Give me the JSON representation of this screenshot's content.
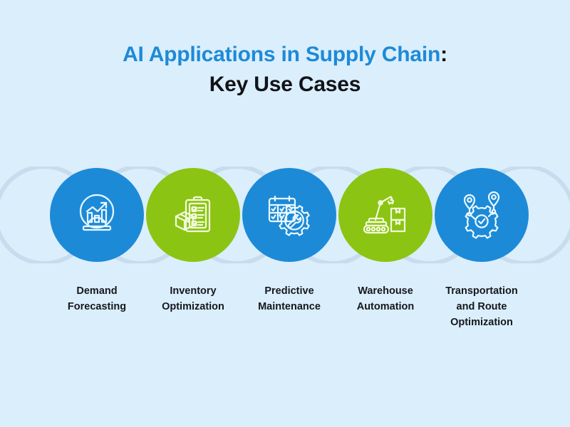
{
  "page": {
    "background_color": "#dbeefc",
    "type": "infographic"
  },
  "title": {
    "line1_accent": "AI Applications in Supply Chain",
    "line1_suffix": ":",
    "line2": "Key Use Cases",
    "accent_color": "#1d8ad8",
    "text_color": "#111318"
  },
  "colors": {
    "blue": "#1d8ad8",
    "green": "#8cc413",
    "ring": "#c7dced",
    "background": "#dbeefc",
    "icon_stroke": "#ffffff",
    "label_text": "#15181d"
  },
  "nodes": [
    {
      "index": 1,
      "label_line1": "Demand",
      "label_line2": "Forecasting",
      "label_line3": "",
      "color": "#1d8ad8",
      "color_name": "blue",
      "icon": "crystal-ball-bar-chart-trend-icon"
    },
    {
      "index": 2,
      "label_line1": "Inventory",
      "label_line2": "Optimization",
      "label_line3": "",
      "color": "#8cc413",
      "color_name": "green",
      "icon": "clipboard-checklist-box-icon"
    },
    {
      "index": 3,
      "label_line1": "Predictive",
      "label_line2": "Maintenance",
      "label_line3": "",
      "color": "#1d8ad8",
      "color_name": "blue",
      "icon": "calendar-gear-wrench-icon"
    },
    {
      "index": 4,
      "label_line1": "Warehouse",
      "label_line2": "Automation",
      "label_line3": "",
      "color": "#8cc413",
      "color_name": "green",
      "icon": "robotic-arm-boxes-icon"
    },
    {
      "index": 5,
      "label_line1": "Transportation",
      "label_line2": "and Route",
      "label_line3": "Optimization",
      "color": "#1d8ad8",
      "color_name": "blue",
      "icon": "map-pins-gear-check-route-icon"
    }
  ]
}
